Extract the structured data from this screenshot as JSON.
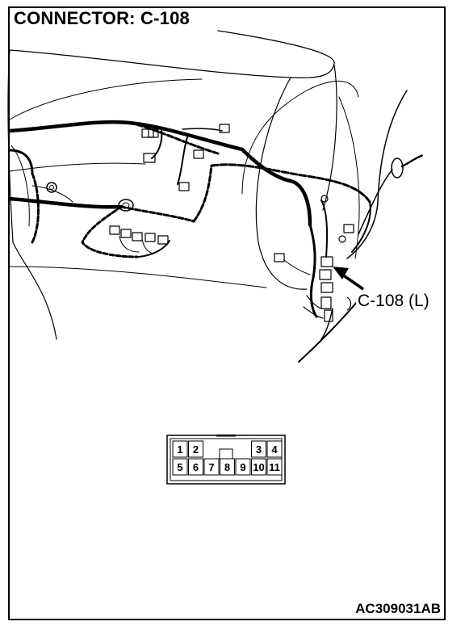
{
  "header": {
    "title": "CONNECTOR: C-108"
  },
  "callout": {
    "label": "C-108 (L)"
  },
  "footer": {
    "reference_id": "AC309031AB"
  },
  "connector_face": {
    "top_row": [
      "1",
      "2",
      "3",
      "4"
    ],
    "bottom_row": [
      "5",
      "6",
      "7",
      "8",
      "9",
      "10",
      "11"
    ]
  }
}
